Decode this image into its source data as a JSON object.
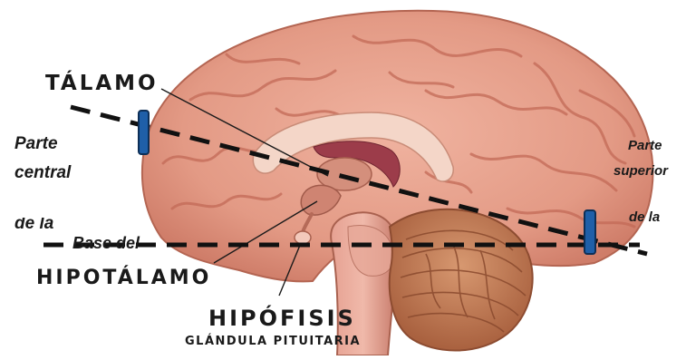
{
  "labels": {
    "thalamus": "TÁLAMO",
    "hypothalamus": "HIPOTÁLAMO",
    "pituitary": "HIPÓFISIS",
    "pituitary_sub": "GLÁNDULA PITUITARIA"
  },
  "left_note": {
    "line1": "Parte",
    "line2": "central",
    "line3": "de la"
  },
  "right_note": {
    "line1": "Parte",
    "line2": "superior",
    "line3": "de la"
  },
  "base_note": "Base del",
  "colors": {
    "brain": "#e7a08b",
    "gyri_shadow": "#c9705c",
    "cerebellum": "#c07a57",
    "brainstem": "#d98f80",
    "corpus_callosum": "#f2d2c3",
    "ventricle": "#9b3b48",
    "marker_blue": "#1f5fa8",
    "dashed_line": "#111111"
  }
}
